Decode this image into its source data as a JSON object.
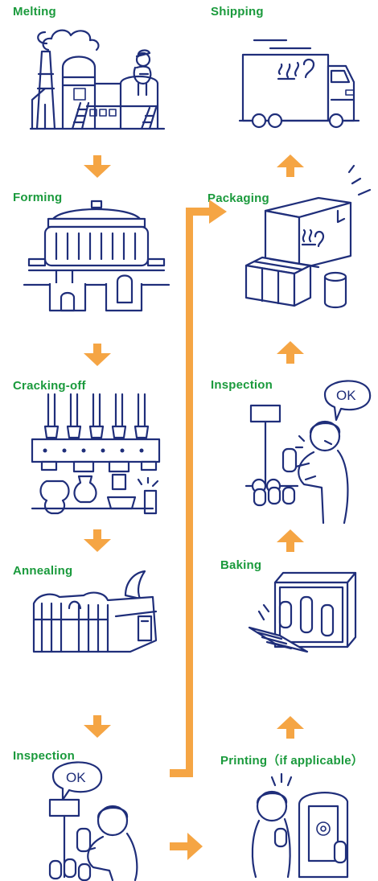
{
  "colors": {
    "label_green": "#1a9a3c",
    "line_navy": "#1f2e7a",
    "arrow_orange": "#f5a544"
  },
  "steps": {
    "melting": "Melting",
    "forming": "Forming",
    "cracking_off": "Cracking-off",
    "annealing": "Annealing",
    "inspection_1": "Inspection",
    "printing": "Printing（if applicable）",
    "baking": "Baking",
    "inspection_2": "Inspection",
    "packaging": "Packaging",
    "shipping": "Shipping"
  },
  "bubbles": {
    "inspection_1_ok": "OK",
    "inspection_2_ok": "OK"
  }
}
